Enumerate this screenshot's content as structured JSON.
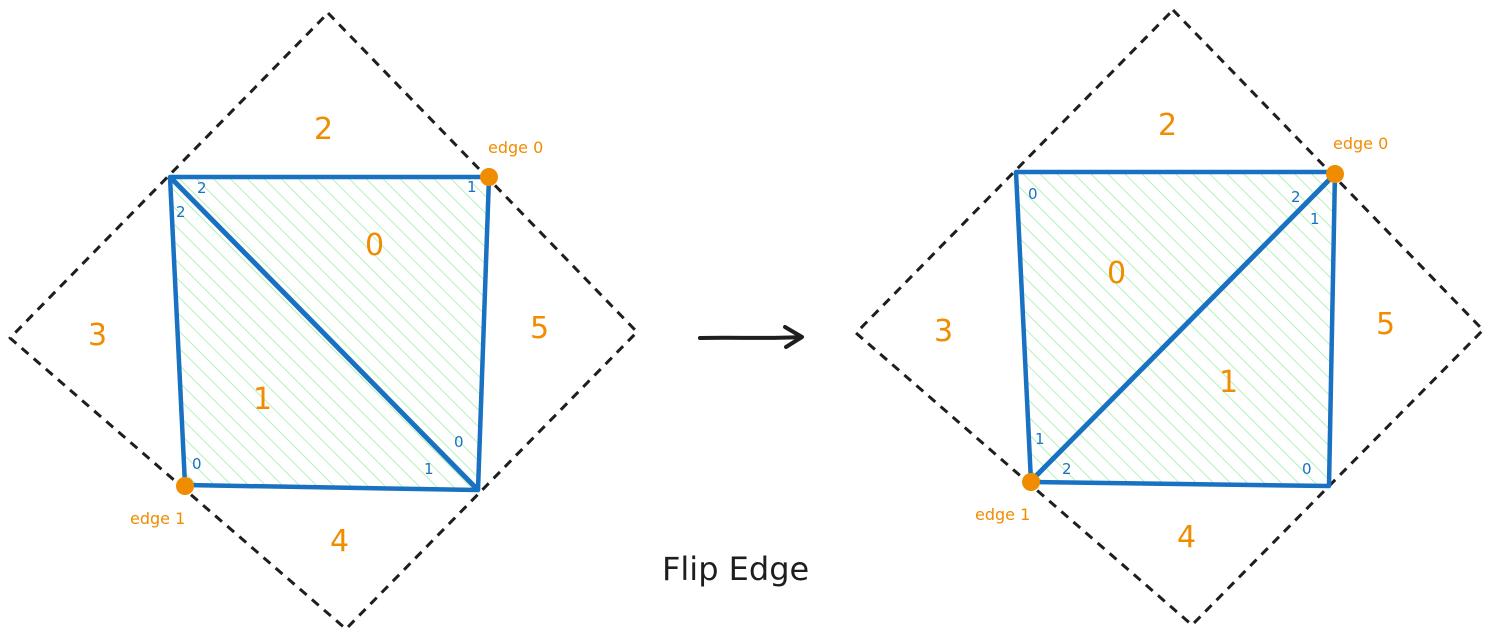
{
  "caption": "Flip Edge",
  "colors": {
    "outline": "#1e1e1e",
    "edge_blue": "#1971c2",
    "label_orange": "#f08c00",
    "hatch_green": "#b2f2bb"
  },
  "before": {
    "faces": {
      "f0": "0",
      "f1": "1"
    },
    "neighbors": {
      "n2": "2",
      "n3": "3",
      "n4": "4",
      "n5": "5"
    },
    "edge_labels": {
      "edge0": "edge 0",
      "edge1": "edge 1"
    },
    "corner_indices": {
      "tl_a": "2",
      "tl_b": "2",
      "tr": "1",
      "bl": "0",
      "br_a": "0",
      "br_b": "1"
    }
  },
  "after": {
    "faces": {
      "f0": "0",
      "f1": "1"
    },
    "neighbors": {
      "n2": "2",
      "n3": "3",
      "n4": "4",
      "n5": "5"
    },
    "edge_labels": {
      "edge0": "edge 0",
      "edge1": "edge 1"
    },
    "corner_indices": {
      "tl": "0",
      "tr_a": "2",
      "tr_b": "1",
      "bl_a": "1",
      "bl_b": "2",
      "br": "0"
    }
  }
}
